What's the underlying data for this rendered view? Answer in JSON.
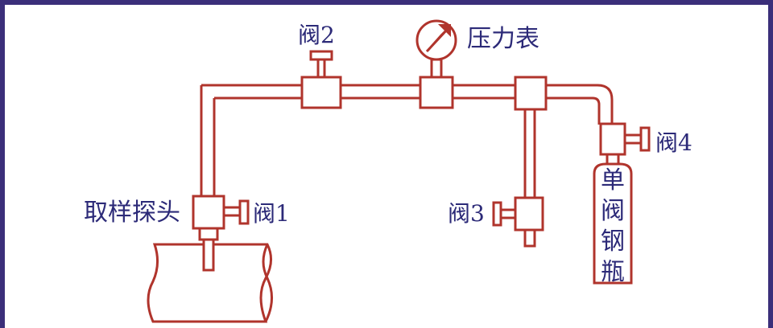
{
  "labels": {
    "valve2": "阀2",
    "pressure_gauge": "压力表",
    "sampling_probe": "取样探头",
    "valve1": "阀1",
    "valve3": "阀3",
    "valve4": "阀4",
    "cylinder": "单阀钢瓶"
  },
  "colors": {
    "pipe": "#b0342c",
    "text": "#2c2a78",
    "frame": "#3b2f7a"
  }
}
